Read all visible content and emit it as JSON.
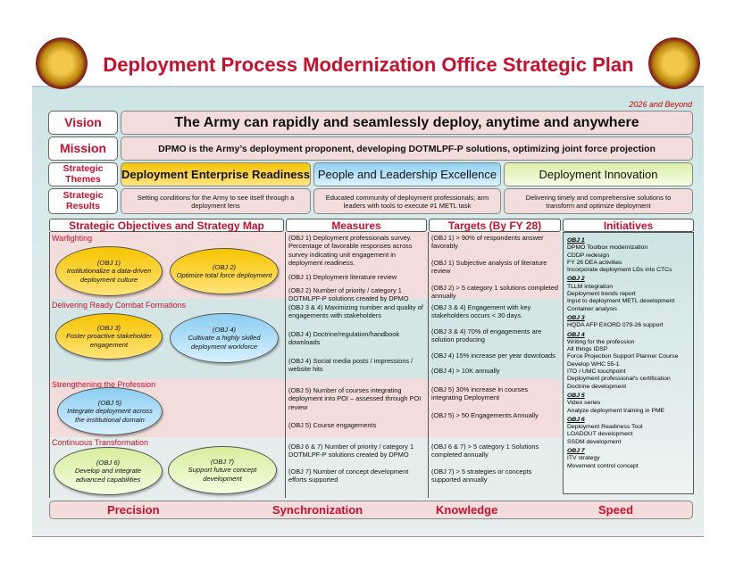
{
  "title": "Deployment Process Modernization Office Strategic Plan",
  "year": "2026 and Beyond",
  "logos": [
    "regimental-crest-left",
    "regimental-crest-right"
  ],
  "vision": {
    "label": "Vision",
    "text": "The Army can rapidly and seamlessly deploy, anytime and anywhere"
  },
  "mission": {
    "label": "Mission",
    "text": "DPMO is the Army’s deployment proponent, developing DOTMLPF-P solutions, optimizing joint force projection"
  },
  "themes": {
    "label": "Strategic Themes",
    "items": [
      "Deployment Enterprise Readiness",
      "People and Leadership Excellence",
      "Deployment Innovation"
    ]
  },
  "results": {
    "label": "Strategic Results",
    "items": [
      "Setting conditions for the Army to see itself through a deployment lens",
      "Educated community of deployment professionals; arm leaders with tools to execute #1 METL task",
      "Delivering timely and comprehensive solutions to transform and optimize deployment"
    ]
  },
  "columns": [
    "Strategic Objectives and Strategy Map",
    "Measures",
    "Targets (By FY 28)",
    "Initiatives"
  ],
  "bands": [
    "Warfighting",
    "Delivering Ready Combat Formations",
    "Strengthening the Profession",
    "Continuous Transformation"
  ],
  "objectives": [
    {
      "id": "(OBJ 1)",
      "text": "Institutionalize a data-driven deployment culture"
    },
    {
      "id": "(OBJ 2)",
      "text": "Optimize total force deployment"
    },
    {
      "id": "(OBJ 3)",
      "text": "Foster proactive stakeholder engagement"
    },
    {
      "id": "(OBJ 4)",
      "text": "Cultivate a highly skilled deployment workforce"
    },
    {
      "id": "(OBJ 5)",
      "text": "Integrate deployment across the institutional domain"
    },
    {
      "id": "(OBJ 6)",
      "text": "Develop and integrate advanced capabilities"
    },
    {
      "id": "(OBJ 7)",
      "text": "Support future concept development"
    }
  ],
  "measures": [
    [
      "(OBJ 1) Deployment professionals survey. Percentage of favorable responses across survey indicating unit engagement in deployment readiness.",
      "(OBJ 1) Deployment literature review",
      "(OBJ 2) Number of priority / category 1 DOTMLPF-P solutions created by DPMO"
    ],
    [
      "(OBJ 3 & 4) Maximizing number and quality of engagements with stakeholders",
      "(OBJ 4) Doctrine/regulation/handbook downloads",
      "(OBJ 4) Social media posts / impressions / website hits"
    ],
    [
      "(OBJ 5) Number of courses integrating deployment into POI – assessed through POI review",
      "(OBJ 5) Course engagements"
    ],
    [
      "(OBJ 6 & 7) Number of priority / category 1 DOTMLPF-P solutions created by DPMO",
      "(OBJ 7) Number of concept development efforts supported"
    ]
  ],
  "targets": [
    [
      "(OBJ 1)  > 90% of respondents answer favorably",
      "(OBJ 1) Subjective analysis of literature review",
      "(OBJ 2)  > 5  category 1 solutions completed annually"
    ],
    [
      "(OBJ 3 & 4) Engagement with key stakeholders occurs < 30 days.",
      "(OBJ 3 & 4) 70% of engagements are solution producing",
      "(OBJ 4) 15% increase per year downloads",
      "(OBJ 4)  > 10K annually"
    ],
    [
      "(OBJ 5) 30% increase in courses integrating Deployment",
      "(OBJ 5) > 50 Engagements Annually"
    ],
    [
      "(OBJ 6 & 7)  > 5  category 1 Solutions completed annually",
      "(OBJ 7)  > 5 strategies or concepts supported annually"
    ]
  ],
  "initiatives": [
    {
      "h": "OBJ 1",
      "items": [
        "DPMO Toolbox modernization",
        "CDDP redesign",
        "FY 26 DEA activities",
        "Incorporate deployment LDs into CTCs"
      ]
    },
    {
      "h": "OBJ 2",
      "items": [
        "TLLM integration",
        "Deployment trends report",
        "Input to deployment METL development",
        "Container analysis"
      ]
    },
    {
      "h": "OBJ 3",
      "items": [
        "HQDA AFP EXORD 079-26 support"
      ]
    },
    {
      "h": "OBJ 4",
      "items": [
        "Writing for the profession",
        "All things IDSP",
        "Force Projection Support Planner Course",
        "Develop WHC 55-1",
        "ITO / UMC touchpoint",
        "Deployment professional's certification",
        "Doctrine development"
      ]
    },
    {
      "h": "OBJ 5",
      "items": [
        "Video series",
        "Analyze deployment training in PME"
      ]
    },
    {
      "h": "OBJ 6",
      "items": [
        "Deployment Readiness Tool",
        "LOADOUT development",
        "SSDM development"
      ]
    },
    {
      "h": "OBJ 7",
      "items": [
        "ITV strategy",
        "Movement control concept"
      ]
    }
  ],
  "values": [
    "Precision",
    "Synchronization",
    "Knowledge",
    "Speed"
  ],
  "colors": {
    "title": "#c8102e",
    "band_pink": "#f3dcdc",
    "band_teal": "#d3e6e5",
    "theme1": "#f7c400",
    "theme2": "#a9dcf6",
    "theme3": "#e4f4c0"
  }
}
